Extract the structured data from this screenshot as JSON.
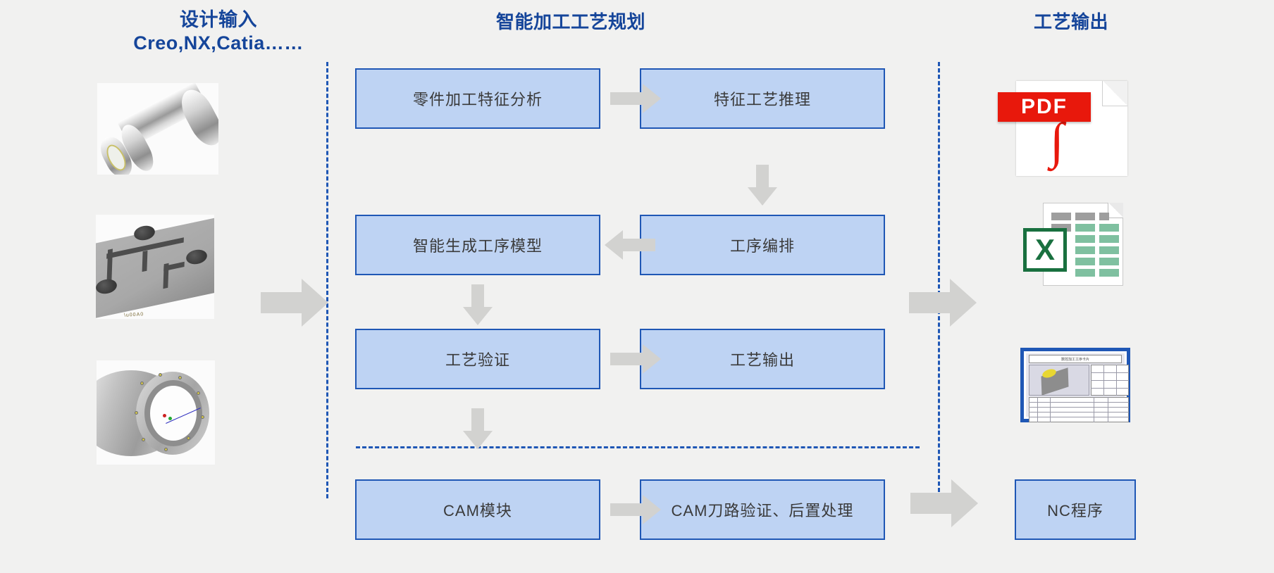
{
  "headers": {
    "left_title": "设计输入",
    "left_subtitle": "Creo,NX,Catia……",
    "center_title": "智能加工工艺规划",
    "right_title": "工艺输出"
  },
  "colors": {
    "header_blue": "#15459a",
    "divider_blue": "#1f57b5",
    "box_fill": "#bed3f3",
    "box_border": "#1f57b5",
    "arrow_gray": "#d2d2d0",
    "background": "#f1f1f0",
    "pdf_red": "#e8180c",
    "excel_green": "#19703f"
  },
  "process_boxes": [
    {
      "id": "feature-analysis",
      "label": "零件加工特征分析"
    },
    {
      "id": "feature-reasoning",
      "label": "特征工艺推理"
    },
    {
      "id": "generate-model",
      "label": "智能生成工序模型"
    },
    {
      "id": "sequence-planning",
      "label": "工序编排"
    },
    {
      "id": "process-validation",
      "label": "工艺验证"
    },
    {
      "id": "process-output",
      "label": "工艺输出"
    },
    {
      "id": "cam-module",
      "label": "CAM模块"
    },
    {
      "id": "cam-verify-post",
      "label": "CAM刀路验证、后置处理"
    }
  ],
  "output_box": {
    "label": "NC程序"
  },
  "arrows": [
    {
      "id": "arrow-input",
      "direction": "right",
      "size": "large"
    },
    {
      "id": "arrow-analysis-to-reasoning",
      "direction": "right",
      "size": "small"
    },
    {
      "id": "arrow-reasoning-to-sequence",
      "direction": "down",
      "size": "small"
    },
    {
      "id": "arrow-sequence-to-model",
      "direction": "left",
      "size": "small"
    },
    {
      "id": "arrow-model-to-validation",
      "direction": "down",
      "size": "small"
    },
    {
      "id": "arrow-validation-to-output",
      "direction": "right",
      "size": "small"
    },
    {
      "id": "arrow-output-to-cam",
      "direction": "down",
      "size": "small"
    },
    {
      "id": "arrow-cam-to-verify",
      "direction": "right",
      "size": "small"
    },
    {
      "id": "arrow-to-results",
      "direction": "right",
      "size": "large"
    },
    {
      "id": "arrow-to-nc",
      "direction": "right",
      "size": "large"
    }
  ],
  "design_inputs": [
    {
      "id": "cad-shaft-housing",
      "caption": ""
    },
    {
      "id": "cad-machined-plate",
      "caption": ""
    },
    {
      "id": "cad-engine-casing",
      "caption": ""
    }
  ],
  "outputs": [
    {
      "id": "pdf-document",
      "badge": "PDF"
    },
    {
      "id": "excel-document",
      "badge": "X"
    },
    {
      "id": "process-drawing",
      "badge": ""
    }
  ],
  "drawing": {
    "title_text": "数控加工工序卡片"
  }
}
